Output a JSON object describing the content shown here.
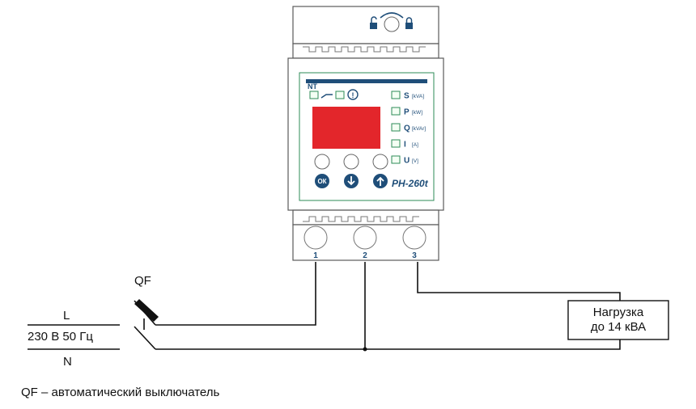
{
  "device": {
    "model": "РН-260t",
    "ok_label": "ОК",
    "params": [
      {
        "letter": "S",
        "unit": "[kVA]"
      },
      {
        "letter": "P",
        "unit": "[kW]"
      },
      {
        "letter": "Q",
        "unit": "[kVAr]"
      },
      {
        "letter": "I",
        "unit": "[A]"
      },
      {
        "letter": "U",
        "unit": "[V]"
      }
    ],
    "terminals": [
      "1",
      "2",
      "3"
    ],
    "display_color": "#e3262b",
    "accent_color": "#1f4e79"
  },
  "circuit": {
    "breaker_label": "QF",
    "line_label": "L",
    "neutral_label": "N",
    "supply_label": "230 В 50 Гц",
    "load_line1": "Нагрузка",
    "load_line2": "до 14 кВА"
  },
  "legend": "QF – автоматический выключатель"
}
